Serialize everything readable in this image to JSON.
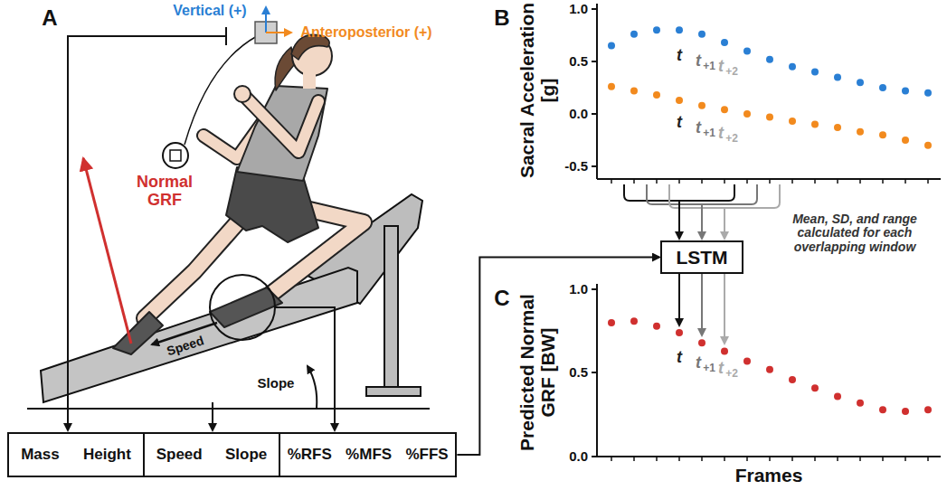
{
  "diagram": {
    "nodes": [
      {
        "text": [
          "Mass",
          "Height"
        ]
      },
      {
        "text": [
          "Speed",
          "Slope"
        ]
      },
      {
        "text": [
          "%RFS",
          "%MFS",
          "%FFS"
        ]
      },
      {
        "text": [
          "LSTM"
        ]
      }
    ],
    "edges": [
      {
        "from": 2,
        "to": 3,
        "arrow": "to"
      }
    ],
    "labels": [
      "A",
      "Vertical (+)",
      "Anteroposterior (+)",
      "Normal GRF",
      "Speed",
      "Slope",
      "B",
      "Sacral Acceleration [g]",
      "1.0",
      "0.5",
      "0.0",
      "-0.5",
      "t",
      "t",
      "+1",
      "t",
      "+2",
      "t",
      "t",
      "+1",
      "t",
      "+2",
      "Mean, SD, and range calculated for each overlapping window",
      "C",
      "Predicted Normal GRF [BW]",
      "1.0",
      "0.5",
      "0.0",
      "Frames",
      "t",
      "t",
      "+1",
      "t",
      "+2"
    ]
  }
}
